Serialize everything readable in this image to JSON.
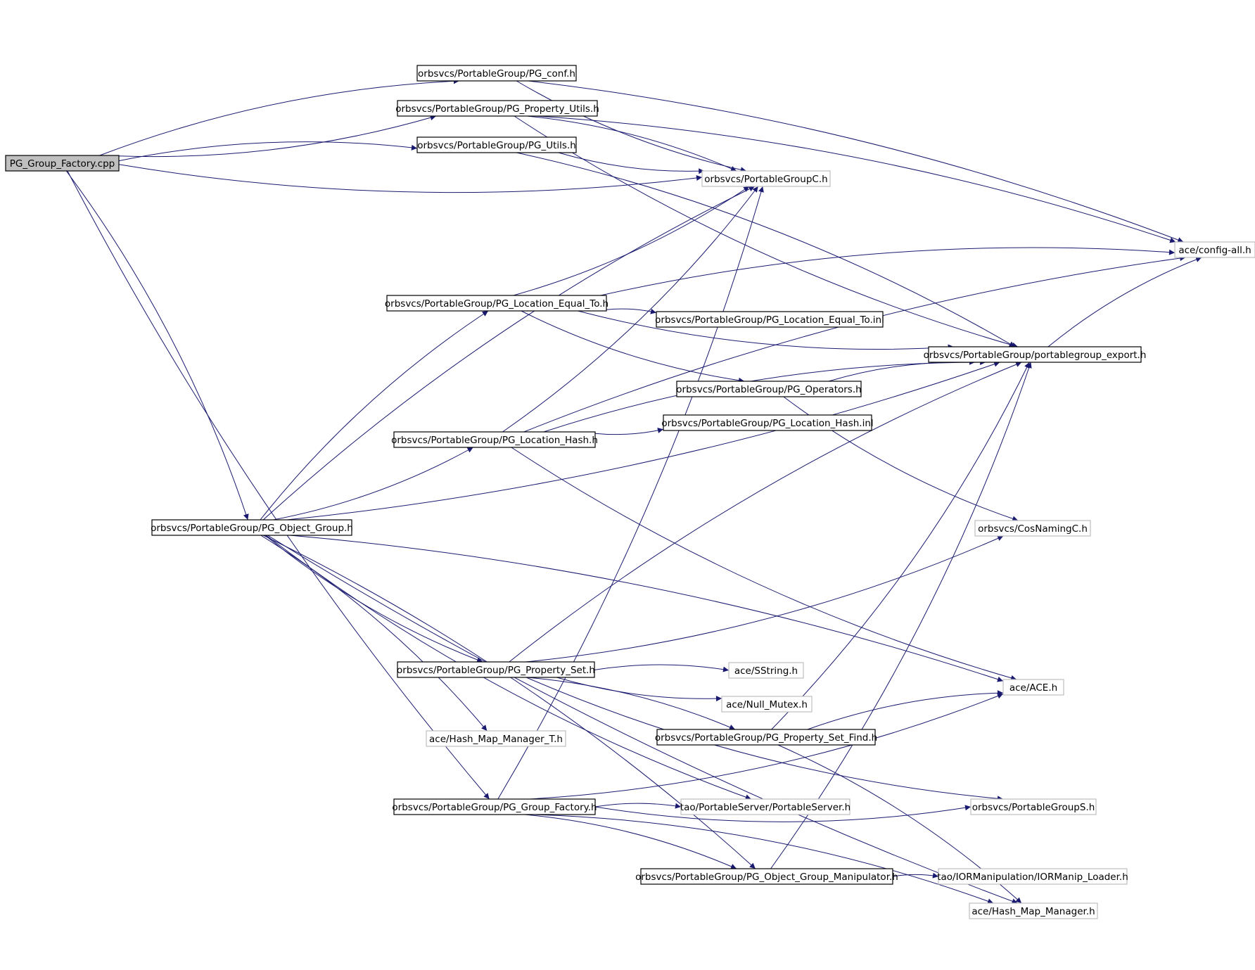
{
  "colors": {
    "edge": "#191970",
    "root_fill": "#bfbfbf",
    "root_border": "#000000",
    "documented_border": "#000000",
    "external_border": "#bfbfbf",
    "node_fill": "#ffffff"
  },
  "nodes": [
    {
      "id": "root",
      "label": "PG_Group_Factory.cpp",
      "kind": "root"
    },
    {
      "id": "conf",
      "label": "orbsvcs/PortableGroup/PG_conf.h",
      "kind": "documented"
    },
    {
      "id": "prop_utils",
      "label": "orbsvcs/PortableGroup/PG_Property_Utils.h",
      "kind": "documented"
    },
    {
      "id": "utils",
      "label": "orbsvcs/PortableGroup/PG_Utils.h",
      "kind": "documented"
    },
    {
      "id": "pgc",
      "label": "orbsvcs/PortableGroupC.h",
      "kind": "external"
    },
    {
      "id": "config",
      "label": "ace/config-all.h",
      "kind": "external"
    },
    {
      "id": "loc_eq",
      "label": "orbsvcs/PortableGroup/PG_Location_Equal_To.h",
      "kind": "documented"
    },
    {
      "id": "loc_eq_inl",
      "label": "orbsvcs/PortableGroup/PG_Location_Equal_To.inl",
      "kind": "documented"
    },
    {
      "id": "export",
      "label": "orbsvcs/PortableGroup/portablegroup_export.h",
      "kind": "documented"
    },
    {
      "id": "operators",
      "label": "orbsvcs/PortableGroup/PG_Operators.h",
      "kind": "documented"
    },
    {
      "id": "loc_hash_inl",
      "label": "orbsvcs/PortableGroup/PG_Location_Hash.inl",
      "kind": "documented"
    },
    {
      "id": "loc_hash",
      "label": "orbsvcs/PortableGroup/PG_Location_Hash.h",
      "kind": "documented"
    },
    {
      "id": "obj_group",
      "label": "orbsvcs/PortableGroup/PG_Object_Group.h",
      "kind": "documented"
    },
    {
      "id": "cosnaming",
      "label": "orbsvcs/CosNamingC.h",
      "kind": "external"
    },
    {
      "id": "prop_set",
      "label": "orbsvcs/PortableGroup/PG_Property_Set.h",
      "kind": "documented"
    },
    {
      "id": "sstring",
      "label": "ace/SString.h",
      "kind": "external"
    },
    {
      "id": "ace",
      "label": "ace/ACE.h",
      "kind": "external"
    },
    {
      "id": "null_mutex",
      "label": "ace/Null_Mutex.h",
      "kind": "external"
    },
    {
      "id": "hash_map_t",
      "label": "ace/Hash_Map_Manager_T.h",
      "kind": "external"
    },
    {
      "id": "prop_set_find",
      "label": "orbsvcs/PortableGroup/PG_Property_Set_Find.h",
      "kind": "documented"
    },
    {
      "id": "group_factory",
      "label": "orbsvcs/PortableGroup/PG_Group_Factory.h",
      "kind": "documented"
    },
    {
      "id": "portable_server",
      "label": "tao/PortableServer/PortableServer.h",
      "kind": "external"
    },
    {
      "id": "pgs",
      "label": "orbsvcs/PortableGroupS.h",
      "kind": "external"
    },
    {
      "id": "ogm",
      "label": "orbsvcs/PortableGroup/PG_Object_Group_Manipulator.h",
      "kind": "documented"
    },
    {
      "id": "iormanip",
      "label": "tao/IORManipulation/IORManip_Loader.h",
      "kind": "external"
    },
    {
      "id": "hash_map",
      "label": "ace/Hash_Map_Manager.h",
      "kind": "external"
    }
  ],
  "edges": [
    {
      "from": "root",
      "to": "conf"
    },
    {
      "from": "root",
      "to": "prop_utils"
    },
    {
      "from": "root",
      "to": "utils"
    },
    {
      "from": "root",
      "to": "pgc"
    },
    {
      "from": "root",
      "to": "obj_group"
    },
    {
      "from": "root",
      "to": "group_factory"
    },
    {
      "from": "conf",
      "to": "config"
    },
    {
      "from": "conf",
      "to": "pgc"
    },
    {
      "from": "prop_utils",
      "to": "pgc"
    },
    {
      "from": "prop_utils",
      "to": "export"
    },
    {
      "from": "prop_utils",
      "to": "config"
    },
    {
      "from": "utils",
      "to": "pgc"
    },
    {
      "from": "utils",
      "to": "export"
    },
    {
      "from": "loc_eq",
      "to": "pgc"
    },
    {
      "from": "loc_eq",
      "to": "config"
    },
    {
      "from": "loc_eq",
      "to": "export"
    },
    {
      "from": "loc_eq",
      "to": "loc_eq_inl"
    },
    {
      "from": "loc_eq",
      "to": "operators"
    },
    {
      "from": "operators",
      "to": "export"
    },
    {
      "from": "operators",
      "to": "cosnaming"
    },
    {
      "from": "export",
      "to": "config"
    },
    {
      "from": "loc_hash",
      "to": "pgc"
    },
    {
      "from": "loc_hash",
      "to": "export"
    },
    {
      "from": "loc_hash",
      "to": "loc_hash_inl"
    },
    {
      "from": "loc_hash",
      "to": "config"
    },
    {
      "from": "loc_hash",
      "to": "ace"
    },
    {
      "from": "obj_group",
      "to": "pgc"
    },
    {
      "from": "obj_group",
      "to": "export"
    },
    {
      "from": "obj_group",
      "to": "loc_eq"
    },
    {
      "from": "obj_group",
      "to": "loc_hash"
    },
    {
      "from": "obj_group",
      "to": "ace"
    },
    {
      "from": "obj_group",
      "to": "prop_set"
    },
    {
      "from": "obj_group",
      "to": "hash_map_t"
    },
    {
      "from": "obj_group",
      "to": "portable_server"
    },
    {
      "from": "obj_group",
      "to": "ogm"
    },
    {
      "from": "obj_group",
      "to": "hash_map"
    },
    {
      "from": "prop_set",
      "to": "export"
    },
    {
      "from": "prop_set",
      "to": "cosnaming"
    },
    {
      "from": "prop_set",
      "to": "sstring"
    },
    {
      "from": "prop_set",
      "to": "null_mutex"
    },
    {
      "from": "prop_set",
      "to": "prop_set_find"
    },
    {
      "from": "prop_set",
      "to": "pgs"
    },
    {
      "from": "prop_set_find",
      "to": "ace"
    },
    {
      "from": "prop_set_find",
      "to": "export"
    },
    {
      "from": "prop_set_find",
      "to": "hash_map"
    },
    {
      "from": "group_factory",
      "to": "pgc"
    },
    {
      "from": "group_factory",
      "to": "portable_server"
    },
    {
      "from": "group_factory",
      "to": "ace"
    },
    {
      "from": "group_factory",
      "to": "ogm"
    },
    {
      "from": "group_factory",
      "to": "pgs"
    },
    {
      "from": "group_factory",
      "to": "hash_map"
    },
    {
      "from": "ogm",
      "to": "export"
    },
    {
      "from": "ogm",
      "to": "iormanip"
    }
  ]
}
